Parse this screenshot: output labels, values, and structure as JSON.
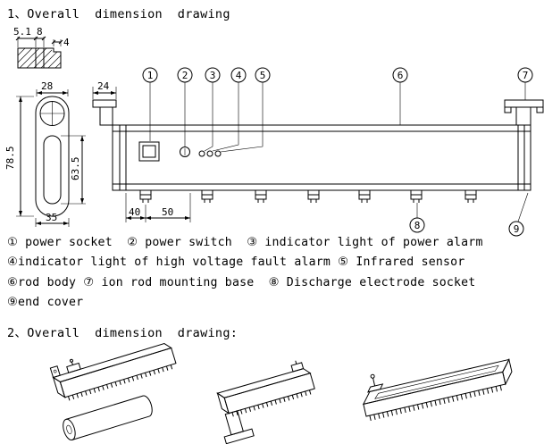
{
  "section1": {
    "title": "1、Overall  dimension  drawing"
  },
  "section2": {
    "title": "2、Overall  dimension  drawing:"
  },
  "drawing": {
    "dims": {
      "d51": "5.1",
      "d8": "8",
      "d4": "4",
      "d28": "28",
      "d24": "24",
      "d785": "78.5",
      "d635": "63.5",
      "d35": "35",
      "d40": "40",
      "d50": "50"
    },
    "callouts": {
      "n1": "1",
      "n2": "2",
      "n3": "3",
      "n4": "4",
      "n5": "5",
      "n6": "6",
      "n7": "7",
      "n8": "8",
      "n9": "9"
    }
  },
  "legend": {
    "line1": "① power socket  ② power switch  ③ indicator light of power alarm",
    "line2": "④indicator light of high voltage fault alarm ⑤ Infrared sensor",
    "line3": "⑥rod body ⑦ ion rod mounting base  ⑧ Discharge electrode socket",
    "line4": "⑨end cover"
  },
  "colors": {
    "ink": "#000000",
    "paper": "#ffffff"
  }
}
